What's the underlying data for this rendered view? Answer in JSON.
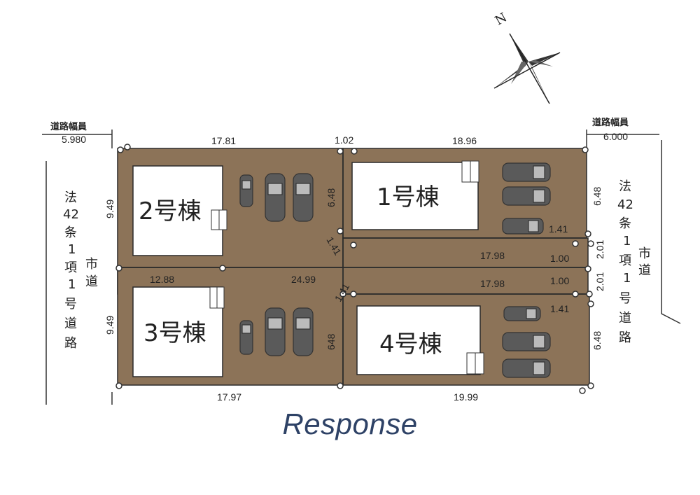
{
  "compass": {
    "north_label": "N"
  },
  "roads": {
    "left_width_label": "道路幅員",
    "left_width_value": "5.980",
    "right_width_label": "道路幅員",
    "right_width_value": "6.000",
    "left_road_chars": [
      "法",
      "42",
      "条",
      "1",
      "項",
      "1",
      "号",
      "道",
      "路"
    ],
    "left_road_side_chars": [
      "市",
      "道"
    ],
    "right_road_chars": [
      "法",
      "42",
      "条",
      "1",
      "項",
      "1",
      "号",
      "道",
      "路"
    ],
    "right_road_side_chars": [
      "市",
      "道"
    ]
  },
  "houses": {
    "h1": "1号棟",
    "h2": "2号棟",
    "h3": "3号棟",
    "h4": "4号棟"
  },
  "dimensions": {
    "top_left": "17.81",
    "top_mid": "1.02",
    "top_right": "18.96",
    "left_upper": "9.49",
    "left_lower": "9.49",
    "lot1_left": "6.48",
    "lot4_left": "648",
    "right_upper": "6.48",
    "right_lower": "6.48",
    "lot1_chamfer_left": "1.41",
    "lot1_chamfer_right": "1.41",
    "lot4_chamfer_left": "1.41",
    "lot4_chamfer_right": "1.41",
    "lot1_bottom": "17.98",
    "lot4_top": "17.98",
    "passage_upper": "1.00",
    "passage_lower": "1.00",
    "right_mid_upper": "2.01",
    "right_mid_lower": "2.01",
    "mid_left": "12.88",
    "mid_long": "24.99",
    "bottom_left": "17.97",
    "bottom_right": "19.99"
  },
  "footer": {
    "text": "Response"
  },
  "colors": {
    "lot": "#8c7358",
    "house": "#ffffff",
    "outline": "#2b2b2b",
    "footer": "#2e4266"
  }
}
